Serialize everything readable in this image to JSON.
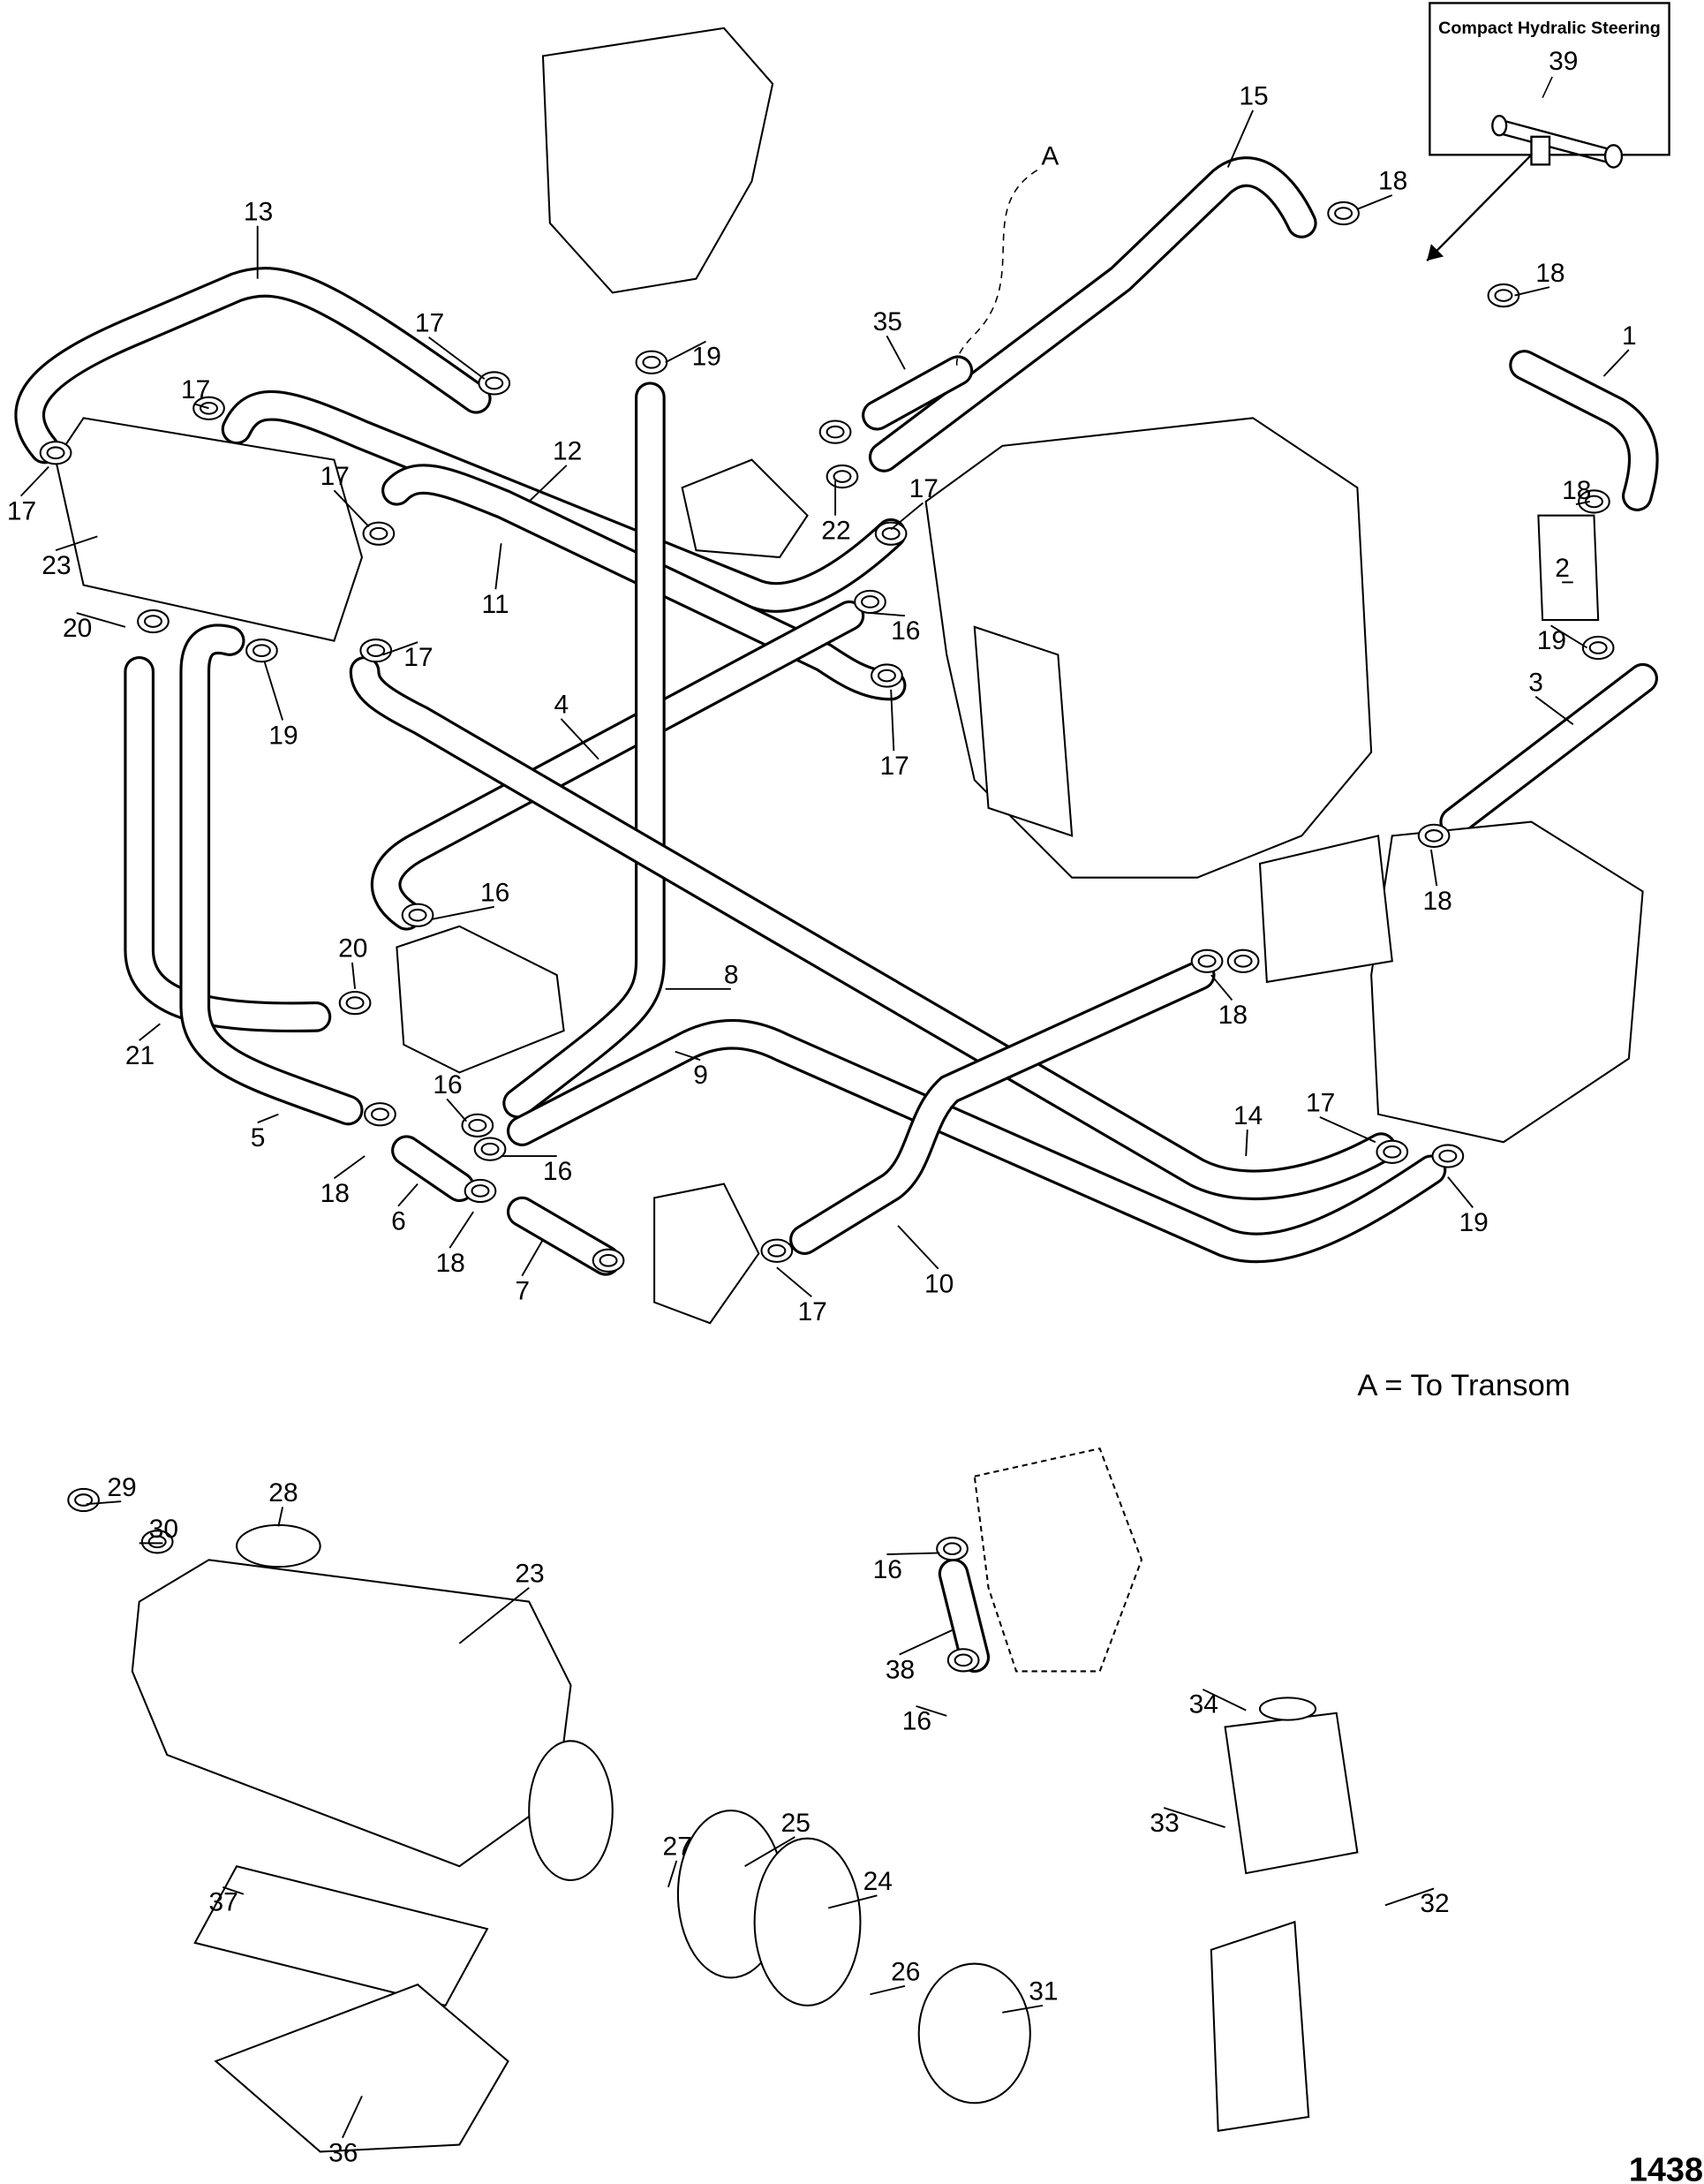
{
  "inset": {
    "title": "Compact Hydralic Steering",
    "callout": "39"
  },
  "routing_marker": "A",
  "legend": "A = To Transom",
  "figure_number": "1438",
  "callouts": [
    "13",
    "17",
    "19",
    "15",
    "18",
    "18",
    "1",
    "35",
    "17",
    "17",
    "23",
    "12",
    "17",
    "11",
    "22",
    "17",
    "18",
    "2",
    "19",
    "3",
    "16",
    "17",
    "20",
    "19",
    "17",
    "4",
    "16",
    "20",
    "18",
    "8",
    "18",
    "21",
    "9",
    "16",
    "5",
    "16",
    "14",
    "17",
    "19",
    "18",
    "6",
    "18",
    "7",
    "17",
    "10",
    "29",
    "28",
    "30",
    "23",
    "16",
    "38",
    "16",
    "34",
    "33",
    "32",
    "27",
    "25",
    "24",
    "37",
    "26",
    "31",
    "36"
  ]
}
